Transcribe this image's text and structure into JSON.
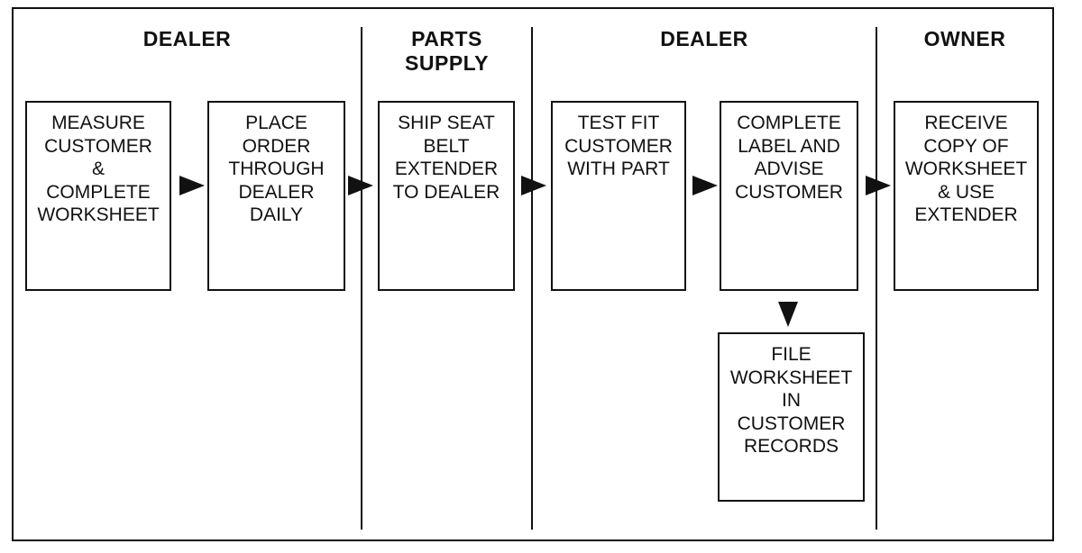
{
  "lanes": [
    {
      "title": "DEALER"
    },
    {
      "title": "PARTS\nSUPPLY"
    },
    {
      "title": "DEALER"
    },
    {
      "title": "OWNER"
    }
  ],
  "steps": {
    "measure": "MEASURE\nCUSTOMER\n&\nCOMPLETE\nWORKSHEET",
    "place_order": "PLACE\nORDER\nTHROUGH\nDEALER\nDAILY",
    "ship": "SHIP SEAT\nBELT\nEXTENDER\nTO DEALER",
    "test_fit": "TEST FIT\nCUSTOMER\nWITH PART",
    "complete_label": "COMPLETE\nLABEL AND\nADVISE\nCUSTOMER",
    "receive": "RECEIVE\nCOPY OF\nWORKSHEET\n& USE\nEXTENDER",
    "file": "FILE\nWORKSHEET\nIN\nCUSTOMER\nRECORDS"
  }
}
